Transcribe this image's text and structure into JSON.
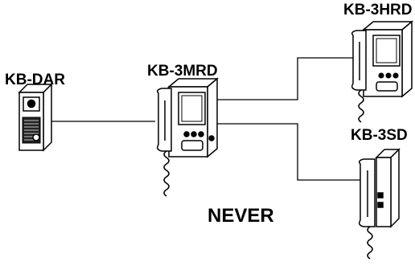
{
  "devices": {
    "door_station": {
      "label": "KB-DAR",
      "icon": "door-station-icon"
    },
    "master_monitor": {
      "label": "KB-3MRD",
      "icon": "video-monitor-icon"
    },
    "sub_monitor": {
      "label": "KB-3HRD",
      "icon": "video-monitor-icon"
    },
    "sub_station": {
      "label": "KB-3SD",
      "icon": "handset-station-icon"
    }
  },
  "warning": {
    "text": "NEVER"
  },
  "colors": {
    "ink": "#000000",
    "background": "#ffffff",
    "screen": "#ffffff",
    "grill": "#222222"
  }
}
